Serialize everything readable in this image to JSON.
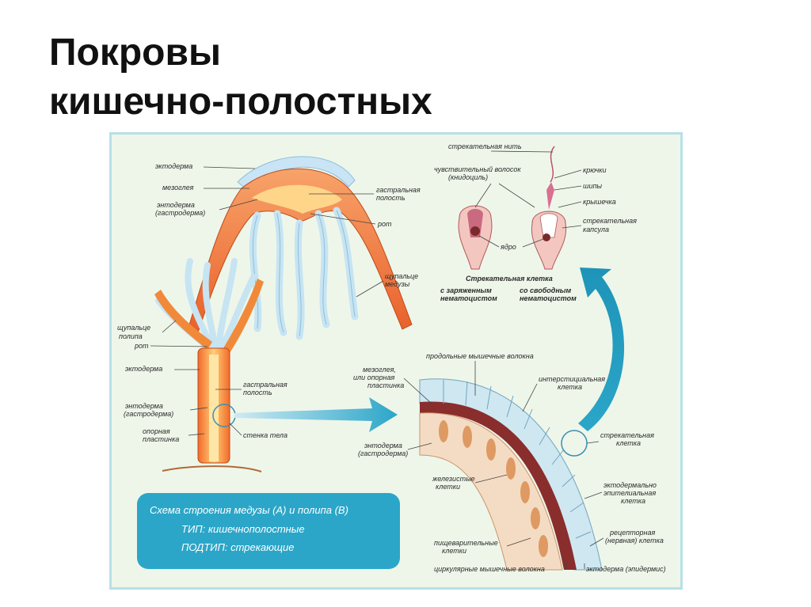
{
  "title": {
    "line1": "Покровы",
    "line2": "кишечно-полостных"
  },
  "medusa_labels": {
    "ectoderm": "эктодерма",
    "mesoglea": "мезоглея",
    "endoderm1": "энтодерма",
    "endoderm2": "(гастродерма)",
    "gastral1": "гастральная",
    "gastral2": "полость",
    "mouth": "рот",
    "tentacle1": "щупальце",
    "tentacle2": "медузы"
  },
  "polyp_labels": {
    "tentacle1": "щупальце",
    "tentacle2": "полипа",
    "mouth": "рот",
    "ectoderm": "эктодерма",
    "endoderm1": "энтодерма",
    "endoderm2": "(гастродерма)",
    "plate1": "опорная",
    "plate2": "пластинка",
    "gastral1": "гастральная",
    "gastral2": "полость",
    "body_wall": "стенка тела"
  },
  "cnidocyte_labels": {
    "thread": "стрекательная нить",
    "hair1": "чувствительный волосок",
    "hair2": "(книдоциль)",
    "hooks": "крючки",
    "spines": "шипы",
    "lid": "крышечка",
    "capsule1": "стрекательная",
    "capsule2": "капсула",
    "nucleus": "ядро",
    "cell": "Стрекательная клетка",
    "charged1": "с заряженным",
    "charged2": "нематоцистом",
    "free1": "со свободным",
    "free2": "нематоцистом"
  },
  "wall_labels": {
    "longitudinal": "продольные мышечные волокна",
    "mesoglea1": "мезоглея,",
    "mesoglea2": "или опорная",
    "mesoglea3": "пластинка",
    "interstitial1": "интерстициальная",
    "interstitial2": "клетка",
    "endoderm1": "энтодерма",
    "endoderm2": "(гастродерма)",
    "stinging1": "стрекательная",
    "stinging2": "клетка",
    "glandular1": "железистые",
    "glandular2": "клетки",
    "epithelial1": "эктодермально",
    "epithelial2": "эпителиальная",
    "epithelial3": "клетка",
    "receptor1": "рецепторная",
    "receptor2": "(нервная) клетка",
    "digestive1": "пищеварительные",
    "digestive2": "клетки",
    "circular": "циркулярные мышечные волокна",
    "ectoderm": "эктодерма (эпидермис)"
  },
  "caption": {
    "line1": "Схема строения медузы (А) и полипа (В)",
    "line2": "ТИП: кишечнополостные",
    "line3": "ПОДТИП: стрекающие"
  },
  "colors": {
    "panel_bg": "#eef6ea",
    "panel_border": "#b8e0e8",
    "arrow": "#2ba6c8",
    "body_orange": "#f08a3a",
    "tentacle_blue": "#c7e4f2"
  }
}
